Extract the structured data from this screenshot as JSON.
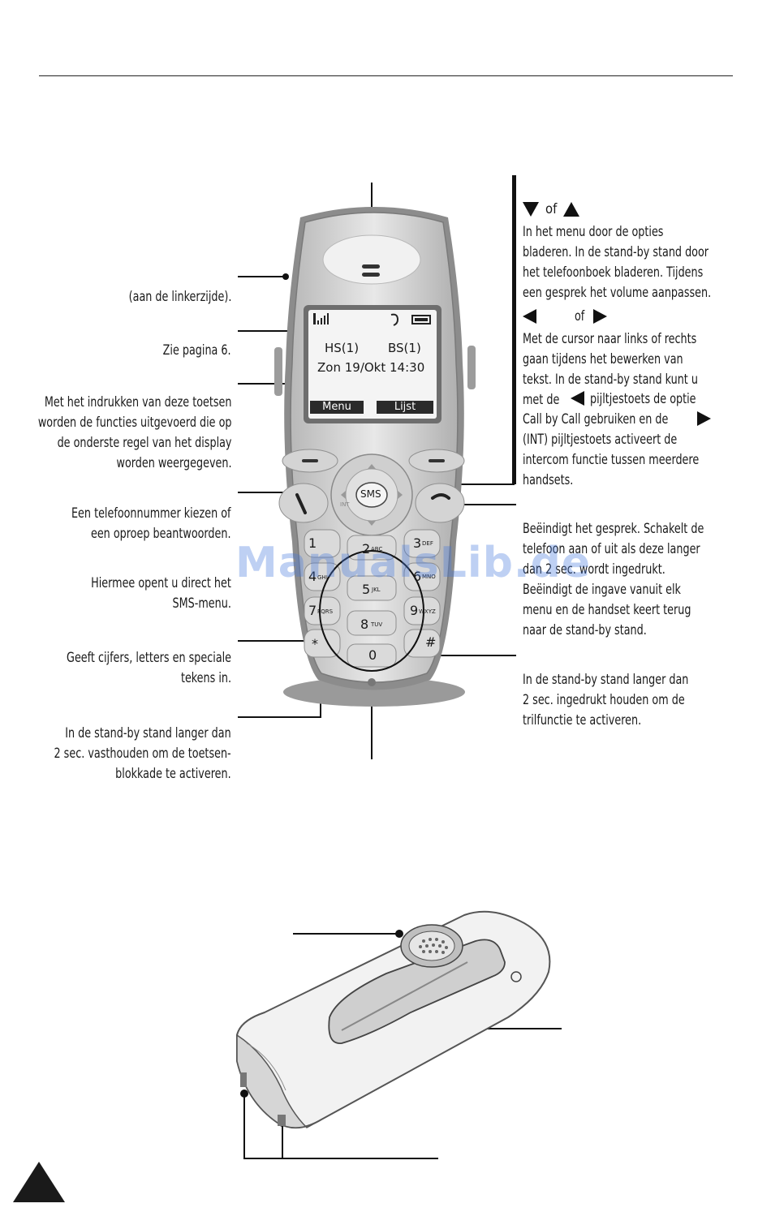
{
  "left_labels": [
    "(aan de linkerzijde).",
    "Zie pagina 6.",
    "Met het indrukken van deze toetsen\nworden de functies uitgevoerd die op\nde onderste regel van het display\nworden weergegeven.",
    "Een telefoonnummer kiezen of\neen oproep beantwoorden.",
    "Hiermee opent u direct het\nSMS-menu.",
    "Geeft cijfers, letters en speciale\ntekens in.",
    "In de stand-by stand langer dan\n2 sec. vasthouden om de toetsen-\nblokkade te activeren."
  ],
  "right_labels": {
    "nav_updown_of": "of",
    "nav_updown_text": "In het menu door de opties\nbladeren. In de stand-by stand door\nhet telefoonboek bladeren. Tijdens\neen gesprek het volume aanpassen.",
    "nav_leftright_of": "of",
    "nav_leftright_text_1": "Met de cursor naar links of rechts\ngaan tijdens het bewerken van\ntekst. In de stand-by stand kunt u\nmet de",
    "nav_leftright_text_2": "pijltjestoets de optie",
    "nav_leftright_text_3": "Call by Call gebruiken en de",
    "nav_leftright_text_4": "(INT) pijltjestoets activeert de\nintercom functie tussen meerdere\nhandsets.",
    "end_key": "Beëindigt het gesprek. Schakelt de\ntelefoon aan of uit als deze langer\ndan 2 sec. wordt ingedrukt.\nBeëindigt de ingave vanuit elk\nmenu en de handset keert terug\nnaar de stand-by stand.",
    "hash_key": "In de stand-by stand langer dan\n2 sec. ingedrukt houden om de\ntrilfunctie te activeren."
  },
  "display": {
    "handset": "HS(1)",
    "base": "BS(1)",
    "datetime": "Zon 19/Okt  14:30",
    "softkey_left": "Menu",
    "softkey_right": "Lijst"
  },
  "keypad": {
    "sms": "SMS",
    "int": "INT",
    "keys": [
      "1",
      "2",
      "3",
      "4",
      "5",
      "6",
      "7",
      "8",
      "9",
      "*",
      "0",
      "#"
    ],
    "letters": [
      "",
      "ABC",
      "DEF",
      "GHI",
      "JKL",
      "MNO",
      "PQRS",
      "TUV",
      "WXYZ",
      "",
      "",
      ""
    ]
  },
  "watermark": "ManualsLib.de"
}
